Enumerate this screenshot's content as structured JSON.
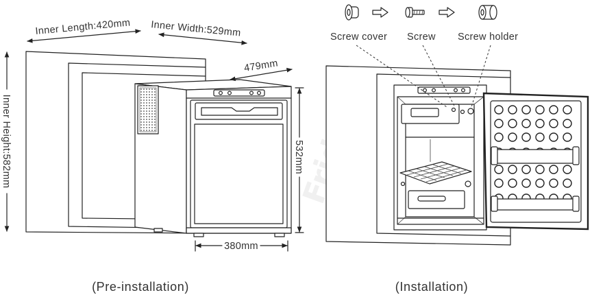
{
  "pre_installation": {
    "caption": "(Pre-installation)",
    "inner_length": "Inner Length:420mm",
    "inner_width": "Inner Width:529mm",
    "inner_height": "Inner Height:582mm",
    "fridge_depth": "479mm",
    "fridge_height": "532mm",
    "fridge_width": "380mm"
  },
  "installation": {
    "caption": "(Installation)",
    "parts": [
      {
        "label": "Screw cover",
        "icon": "screw-cover-icon"
      },
      {
        "label": "Screw",
        "icon": "screw-icon"
      },
      {
        "label": "Screw holder",
        "icon": "screw-holder-icon"
      }
    ],
    "sequence_icon": "arrow-right-icon"
  },
  "watermark": "Fridge",
  "colors": {
    "line": "#222222",
    "text": "#333333",
    "watermark": "#f0f0f0"
  }
}
